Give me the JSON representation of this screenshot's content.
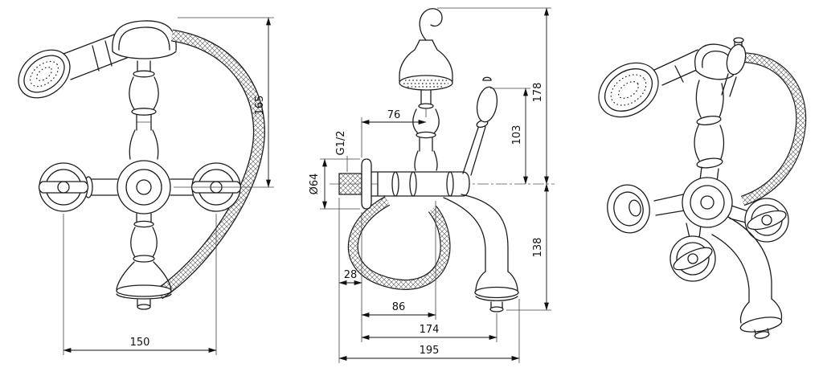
{
  "colors": {
    "line": "#1c1c1c",
    "background": "#ffffff",
    "dimension_text": "#111111"
  },
  "front_view": {
    "height": "165",
    "width": "150"
  },
  "side_view": {
    "top_offset": "76",
    "thread": "G1/2",
    "flange_diameter": "Ø64",
    "lever_height": "103",
    "upper_height": "178",
    "lower_height": "138",
    "thread_length": "28",
    "body_depth": "86",
    "spout_reach": "174",
    "overall_depth": "195"
  }
}
